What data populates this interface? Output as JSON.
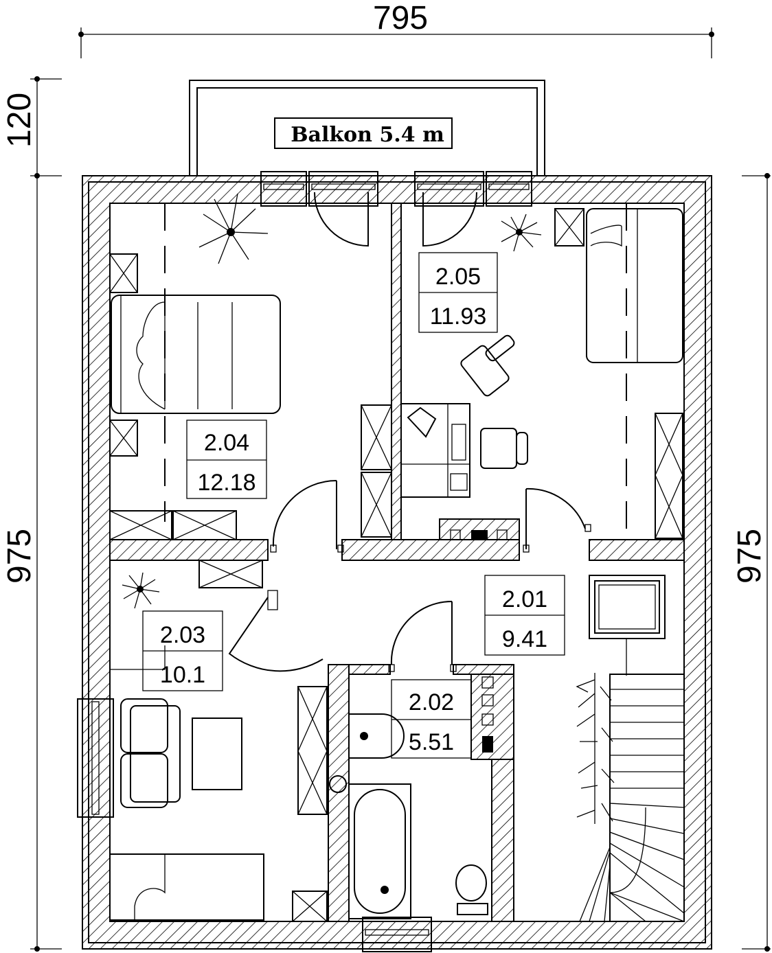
{
  "dimensions": {
    "width_top": "795",
    "height_balcony": "120",
    "height_left": "975",
    "height_right": "975"
  },
  "balcony": {
    "label": "Balkon  5.4  m"
  },
  "rooms": [
    {
      "id": "2.01",
      "number": "2.01",
      "area": "9.41"
    },
    {
      "id": "2.02",
      "number": "2.02",
      "area": "5.51"
    },
    {
      "id": "2.03",
      "number": "2.03",
      "area": "10.1"
    },
    {
      "id": "2.04",
      "number": "2.04",
      "area": "12.18"
    },
    {
      "id": "2.05",
      "number": "2.05",
      "area": "11.93"
    }
  ]
}
